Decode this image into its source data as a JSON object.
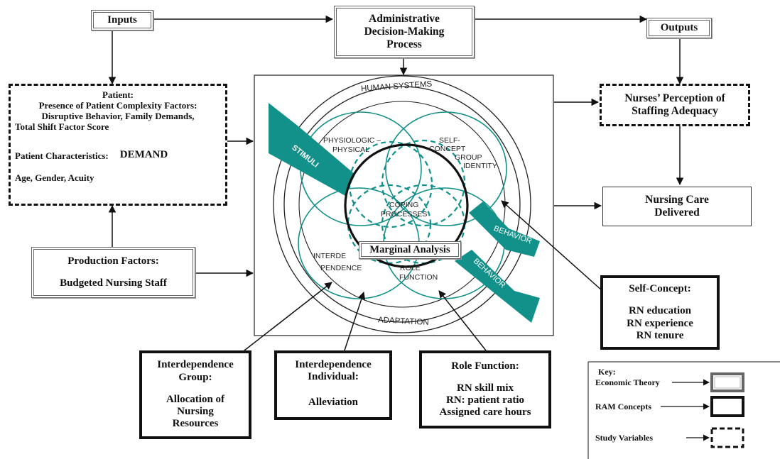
{
  "inputs": {
    "label": "Inputs"
  },
  "process": {
    "line1": "Administrative",
    "line2": "Decision-Making",
    "line3": "Process"
  },
  "outputs": {
    "label": "Outputs"
  },
  "patient": {
    "title": "Patient:",
    "line1": "Presence of Patient Complexity Factors:",
    "line2": "Disruptive Behavior, Family Demands,",
    "line3": "Total Shift Factor Score",
    "characteristics": "Patient Characteristics:",
    "demand": "DEMAND",
    "age": "Age, Gender, Acuity"
  },
  "perception": {
    "line1": "Nurses’ Perception of",
    "line2": "Staffing Adequacy"
  },
  "care": {
    "line1": "Nursing Care",
    "line2": "Delivered"
  },
  "production": {
    "line1": "Production Factors:",
    "line2": "Budgeted Nursing Staff"
  },
  "model": {
    "human_systems": "HUMAN SYSTEMS",
    "adaptation": "ADAPTATION",
    "physiologic_1": "PHYSIOLOGIC –",
    "physiologic_2": "PHYSICAL",
    "self_1": "SELF-",
    "self_2": "CONCEPT",
    "self_3": "GROUP",
    "self_4": "IDENTITY",
    "coping_1": "COPING",
    "coping_2": "PROCESSES",
    "interdep_1": "INTERDE",
    "interdep_2": "PENDENCE",
    "role_1": "ROLE",
    "role_2": "FUNCTION",
    "stimuli": "STIMULI",
    "behavior_1": "BEHAVIOR",
    "behavior_2": "BEHAVIOR",
    "marginal": "Marginal Analysis"
  },
  "self_concept": {
    "title": "Self-Concept:",
    "line1": "RN education",
    "line2": "RN experience",
    "line3": "RN tenure"
  },
  "group": {
    "line1": "Interdependence",
    "line2": "Group:",
    "line3": "Allocation of",
    "line4": "Nursing",
    "line5": "Resources"
  },
  "individual": {
    "line1": "Interdependence",
    "line2": "Individual:",
    "line3": "Alleviation"
  },
  "role_function": {
    "title": "Role Function:",
    "line1": "RN skill mix",
    "line2": "RN: patient ratio",
    "line3": "Assigned care hours"
  },
  "key": {
    "title": "Key:",
    "economic": "Economic Theory",
    "ram": "RAM Concepts",
    "study": "Study Variables"
  },
  "colors": {
    "teal": "#12918a",
    "ink": "#111111"
  }
}
